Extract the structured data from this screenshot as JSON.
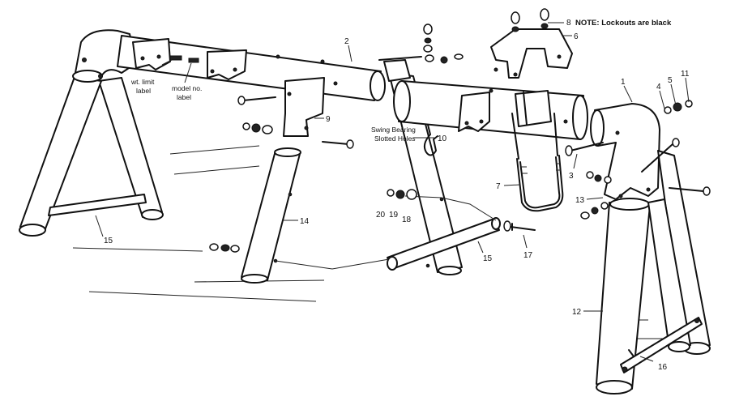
{
  "note": "NOTE: Lockouts are black",
  "callouts": {
    "wt_limit": [
      "wt. limit",
      "label"
    ],
    "model_no": [
      "model no.",
      "label"
    ],
    "swing_bearing": [
      "Swing Bearing",
      "Slotted Holes"
    ]
  },
  "parts": {
    "p1": "1",
    "p2": "2",
    "p3": "3",
    "p4": "4",
    "p5": "5",
    "p6": "6",
    "p7": "7",
    "p8": "8",
    "p9": "9",
    "p10": "10",
    "p11": "11",
    "p12": "12",
    "p13": "13",
    "p14": "14",
    "p15a": "15",
    "p15b": "15",
    "p16": "16",
    "p17": "17",
    "p18": "18",
    "p19": "19",
    "p20": "20"
  }
}
